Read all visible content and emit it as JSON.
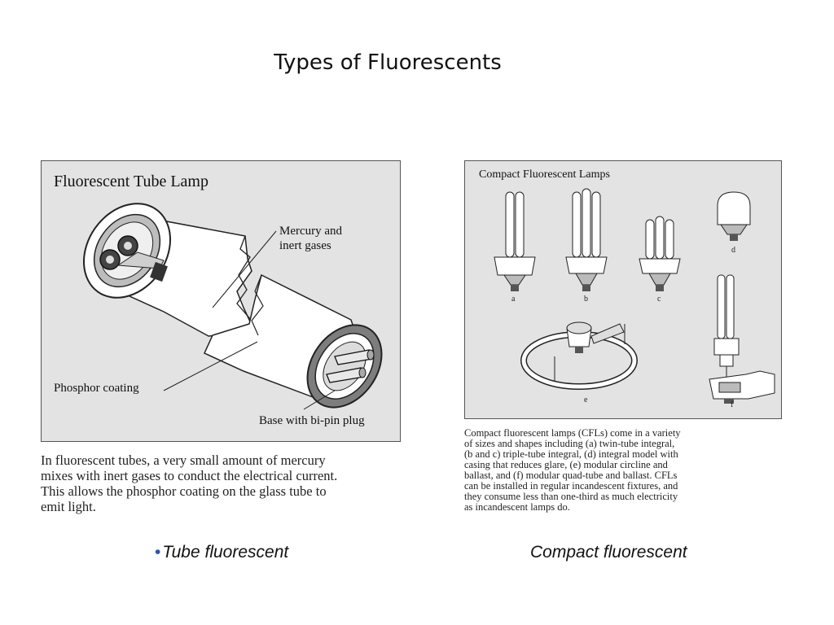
{
  "slide": {
    "title": "Types of Fluorescents"
  },
  "tube_panel": {
    "title": "Fluorescent Tube Lamp",
    "label_mercury_line1": "Mercury and",
    "label_mercury_line2": "inert gases",
    "label_phosphor": "Phosphor coating",
    "label_base": "Base with bi-pin plug",
    "caption": [
      "In fluorescent tubes, a very small amount of mercury",
      "mixes with inert gases to conduct the electrical current.",
      "This allows the phosphor coating on the glass tube to",
      "emit light."
    ]
  },
  "cfl_panel": {
    "title": "Compact Fluorescent Lamps",
    "letters": [
      "a",
      "b",
      "c",
      "d",
      "e",
      "f"
    ],
    "caption": [
      "Compact fluorescent lamps (CFLs) come in a variety",
      "of sizes and shapes including (a) twin-tube integral,",
      "(b and c) triple-tube integral, (d) integral model with",
      "casing that reduces glare, (e) modular circline and",
      "ballast, and (f) modular quad-tube and ballast. CFLs",
      "can be installed in regular incandescent fixtures, and",
      "they consume less than one-third as much electricity",
      "as incandescent lamps do."
    ]
  },
  "bottom": {
    "bullet": "•",
    "left_label": "Tube fluorescent",
    "right_label": "Compact fluorescent"
  }
}
